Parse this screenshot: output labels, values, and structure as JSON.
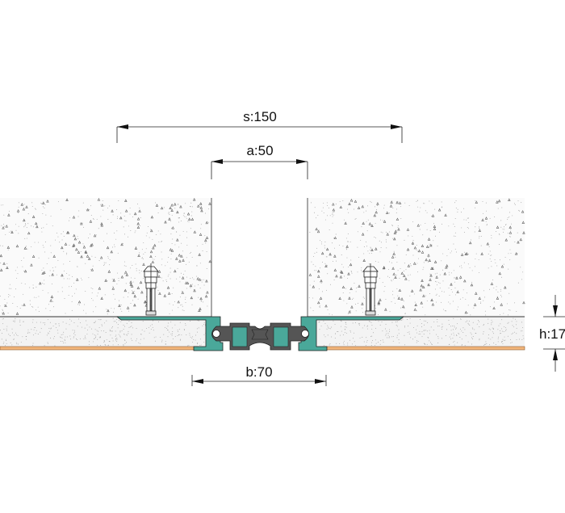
{
  "drawing": {
    "dimensions": {
      "s": "s:150",
      "a": "a:50",
      "b": "b:70",
      "h": "h:17"
    },
    "colors": {
      "profile": "#4aa89a",
      "seal": "#555555",
      "strip": "#f2b57a",
      "concrete": "#f7f7f7",
      "line": "#222222"
    }
  }
}
